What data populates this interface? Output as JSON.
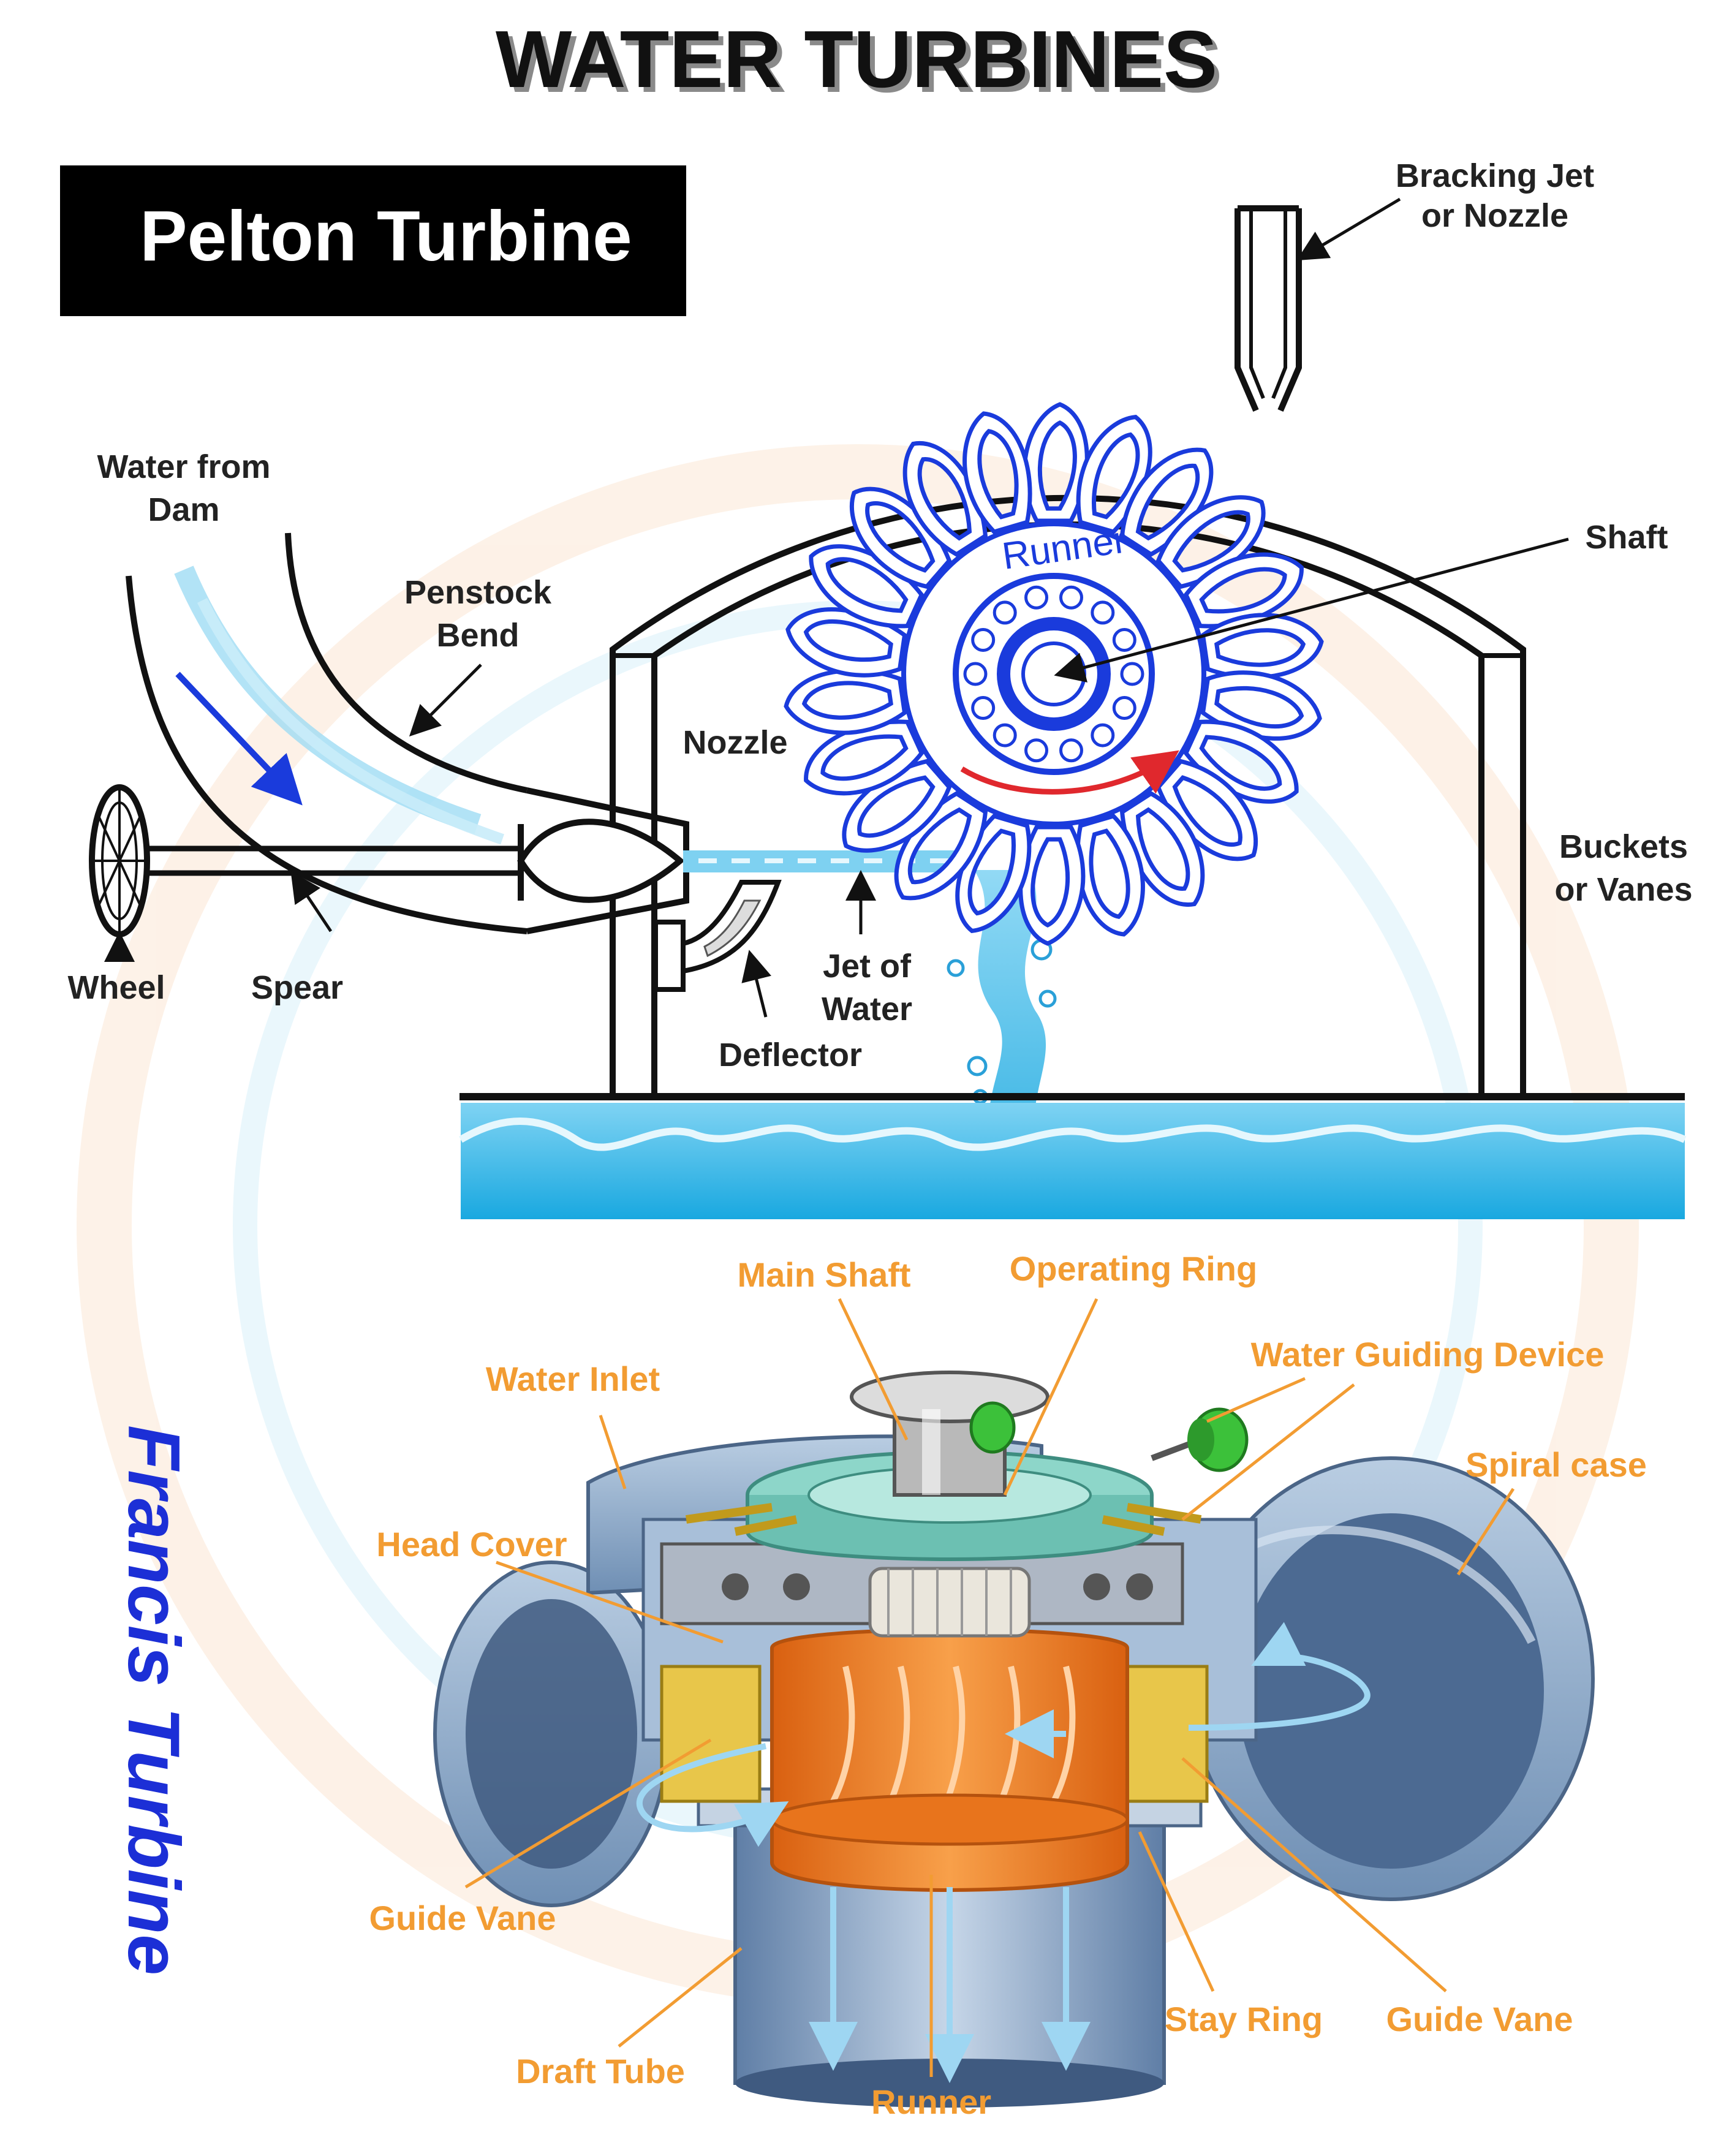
{
  "title": "WATER TURBINES",
  "pelton": {
    "heading": "Pelton Turbine",
    "labels": {
      "water_from_dam": [
        "Water from",
        "Dam"
      ],
      "penstock_bend": [
        "Penstock",
        "Bend"
      ],
      "nozzle": "Nozzle",
      "runner": "Runner",
      "shaft": "Shaft",
      "bracking_jet": [
        "Bracking Jet",
        "or Nozzle"
      ],
      "buckets": [
        "Buckets",
        "or Vanes"
      ],
      "jet_of_water": [
        "Jet of",
        "Water"
      ],
      "deflector": "Deflector",
      "wheel": "Wheel",
      "spear": "Spear"
    }
  },
  "francis": {
    "heading": "Francis Turbine",
    "labels": {
      "main_shaft": "Main Shaft",
      "operating_ring": "Operating Ring",
      "water_guiding_device": "Water Guiding Device",
      "water_inlet": "Water Inlet",
      "spiral_case": "Spiral case",
      "head_cover": "Head Cover",
      "guide_vane_left": "Guide Vane",
      "draft_tube": "Draft Tube",
      "runner": "Runner",
      "stay_ring": "Stay Ring",
      "guide_vane_right": "Guide Vane"
    }
  },
  "colors": {
    "title": "#111111",
    "heading_box": "#000000",
    "heading_text": "#ffffff",
    "runner_blue": "#1a3bdc",
    "water": "#3bb8e8",
    "francis_heading": "#1c2fd6",
    "francis_label": "#f29c32",
    "runner_orange": "#f07d22",
    "casing": "#8ea9c8"
  }
}
